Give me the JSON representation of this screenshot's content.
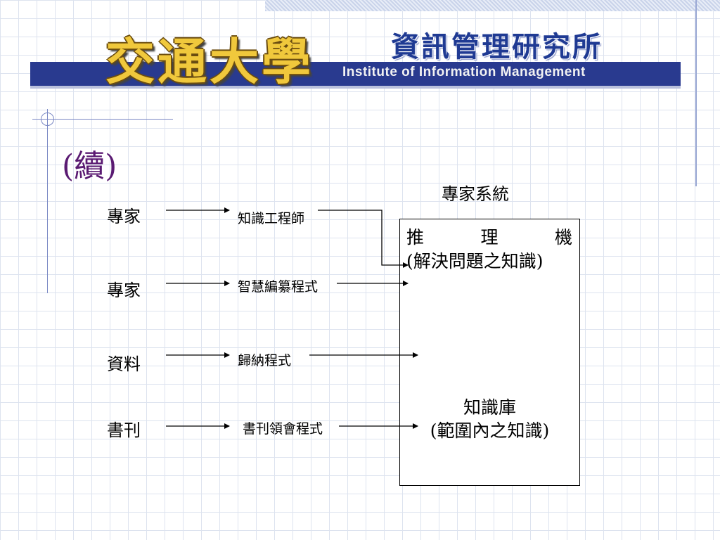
{
  "header": {
    "university": "交通大學",
    "department": "資訊管理研究所",
    "department_english": "Institute of Information Management"
  },
  "slide": {
    "title": "(續)"
  },
  "diagram": {
    "sources": [
      "專家",
      "專家",
      "資料",
      "書刊"
    ],
    "processes": [
      "知識工程師",
      "智慧編纂程式",
      "歸納程式",
      "書刊領會程式"
    ],
    "system_label": "專家系統",
    "inference_engine": {
      "title_chars": [
        "推",
        "理",
        "機"
      ],
      "subtitle": "(解決問題之知識)"
    },
    "knowledge_base": {
      "title": "知識庫",
      "subtitle": "(範圍內之知識)"
    }
  },
  "colors": {
    "header_band": "#293a8f",
    "title": "#5a1a72",
    "university_gold": "#f0c83c",
    "department_blue": "#1f3a93"
  }
}
